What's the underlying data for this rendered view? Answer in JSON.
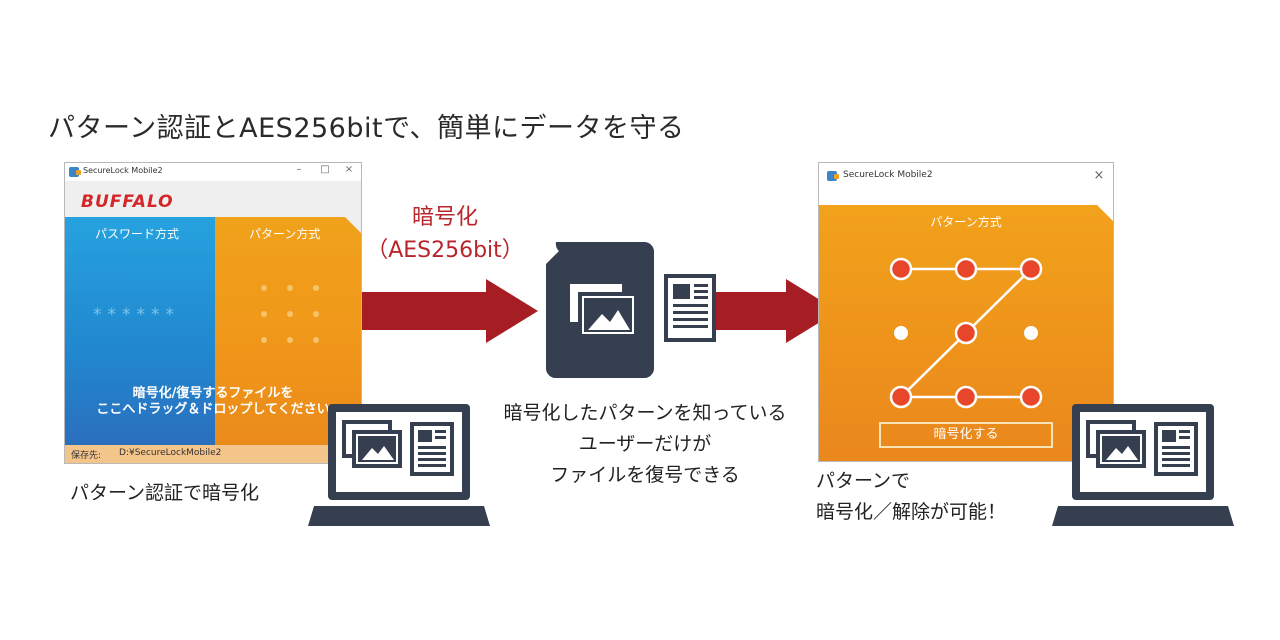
{
  "headline": "パターン認証とAES256bitで、簡単にデータを守る",
  "left_window": {
    "title": "SecureLock Mobile2",
    "brand": "BUFFALO",
    "tab_password": "パスワード方式",
    "tab_pattern": "パターン方式",
    "password_mask": "******",
    "drop_line1": "暗号化/復号するファイルを",
    "drop_line2": "ここへドラッグ＆ドロップしてください",
    "save_label": "保存先:",
    "save_path": "D:¥SecureLockMobile2",
    "buttons": [
      "–",
      "□",
      "×"
    ]
  },
  "caption_left": "パターン認証で暗号化",
  "arrow_label": {
    "line1": "暗号化",
    "line2": "（AES256bit）"
  },
  "center_text": [
    "暗号化したパターンを知っている",
    "ユーザーだけが",
    "ファイルを復号できる"
  ],
  "right_window": {
    "title": "SecureLock Mobile2",
    "close": "×",
    "tab_pattern": "パターン方式",
    "encrypt_button": "暗号化する",
    "pattern_active_nodes": [
      0,
      1,
      2,
      4,
      6,
      7,
      8
    ],
    "pattern_path": [
      0,
      1,
      2,
      4,
      6,
      7,
      8
    ]
  },
  "caption_right": [
    "パターンで",
    "暗号化／解除が可能！"
  ],
  "colors": {
    "accent_red": "#a61d24",
    "label_red": "#b8252b",
    "blue_panel": "#2187ce",
    "orange_panel": "#ee931b",
    "device_dark": "#353f4f",
    "node_red": "#e8462b"
  },
  "icons": [
    "storage-device-icon",
    "image-file-icon",
    "document-file-icon",
    "laptop-icon"
  ]
}
